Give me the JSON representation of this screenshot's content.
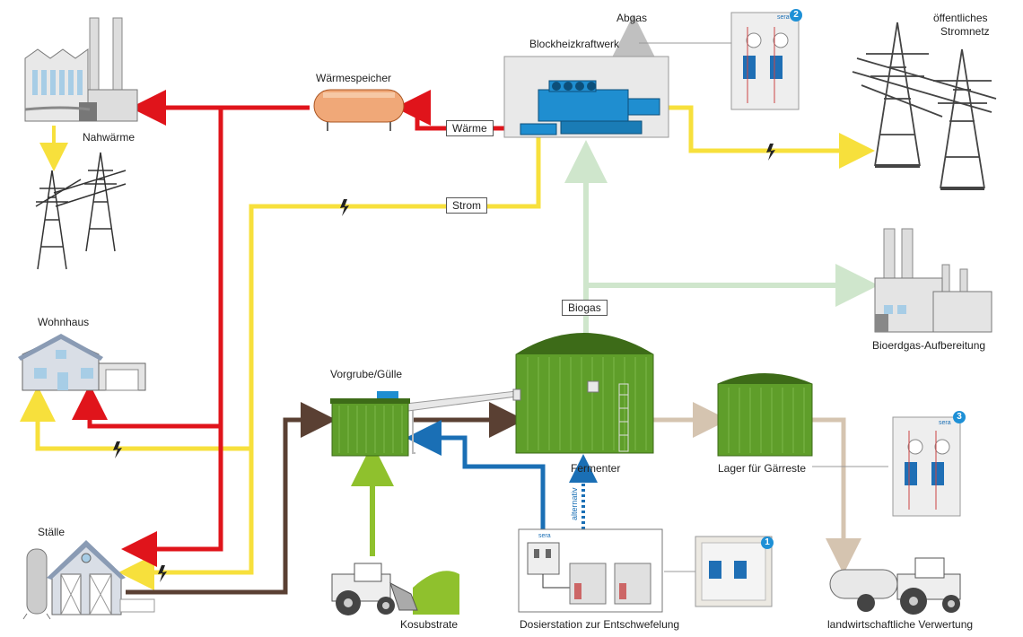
{
  "labels": {
    "nahwaerme": "Nahwärme",
    "waermespeicher": "Wärmespeicher",
    "bhkw": "Blockheizkraftwerk",
    "abgas": "Abgas",
    "stromnetz_line1": "öffentliches",
    "stromnetz_line2": "Stromnetz",
    "waerme": "Wärme",
    "strom": "Strom",
    "biogas": "Biogas",
    "wohnhaus": "Wohnhaus",
    "bioerdgas": "Bioerdgas-Aufbereitung",
    "vorgrube": "Vorgrube/Gülle",
    "fermenter": "Fermenter",
    "lager": "Lager für Gärreste",
    "staelle": "Ställe",
    "alternativ": "alternativ",
    "kosubstrate": "Kosubstrate",
    "dosierstation": "Dosierstation zur Entschwefelung",
    "verwertung": "landwirtschaftliche Verwertung",
    "sera_logo": "sera"
  },
  "badges": [
    "1",
    "2",
    "3"
  ],
  "colors": {
    "heat": "#e0141b",
    "power": "#f7e03c",
    "gas": "#cfe6cc",
    "manure": "#5a4033",
    "digestate": "#d5c4b0",
    "dosing": "#1a6fb5",
    "substrate": "#8fc12d",
    "tank_green": "#5f9e2a",
    "steel_grey": "#c9cacc",
    "badge": "#1e90d6"
  },
  "icons": [
    "factory-icon",
    "power-tower-icon",
    "heat-storage-tank-icon",
    "chp-engine-icon",
    "dosing-cabinet-icon",
    "house-icon",
    "gas-upgrading-plant-icon",
    "pre-pit-tank-icon",
    "fermenter-tank-icon",
    "storage-tank-icon",
    "barn-icon",
    "silo-icon",
    "tractor-loader-icon",
    "tractor-tanker-icon",
    "lightning-icon"
  ]
}
